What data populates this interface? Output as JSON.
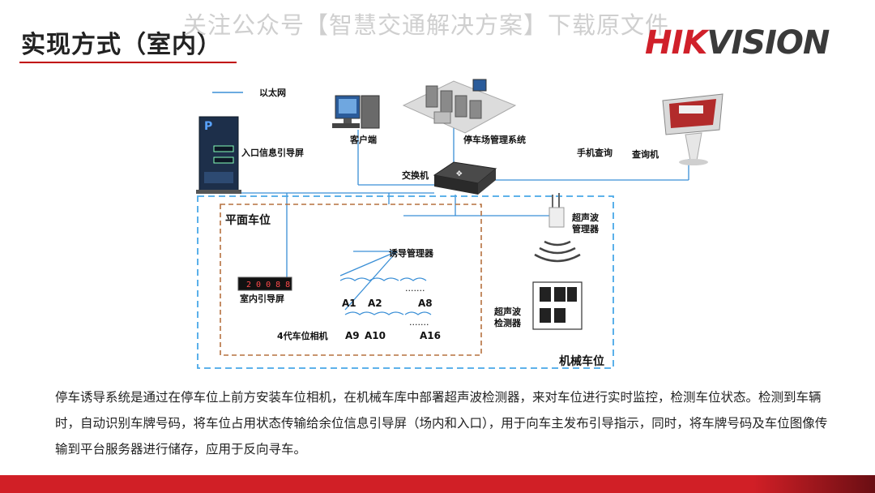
{
  "header": {
    "title": "实现方式（室内）",
    "watermark": "关注公众号【智慧交通解决方案】下载原文件",
    "logo_primary": "HIK",
    "logo_secondary": "VISION"
  },
  "diagram": {
    "legend_ethernet": "以太网",
    "client": "客户端",
    "parking_system": "停车场管理系统",
    "phone_query": "手机查询",
    "kiosk": "查询机",
    "entrance_screen": "入口信息引导屏",
    "switch": "交换机",
    "flat_parking": "平面车位",
    "ultrasonic_manager_1": "超声波",
    "ultrasonic_manager_2": "管理器",
    "guidance_manager": "诱导管理器",
    "indoor_screen": "室内引导屏",
    "space_a1": "A1",
    "space_a2": "A2",
    "space_a8": "A8",
    "space_a9": "A9",
    "space_a10": "A10",
    "space_a16": "A16",
    "ellipsis_1": ".......",
    "ellipsis_2": ".......",
    "camera_4g": "4代车位相机",
    "ultrasonic_detector_1": "超声波",
    "ultrasonic_detector_2": "检测器",
    "mechanical_parking": "机械车位",
    "screen_digits": "2 0 0 8 8"
  },
  "description": "停车诱导系统是通过在停车位上前方安装车位相机，在机械车库中部署超声波检测器，来对车位进行实时监控，检测车位状态。检测到车辆时，自动识别车牌号码，将车位占用状态传输给余位信息引导屏（场内和入口），用于向车主发布引导指示，同时，将车牌号码及车位图像传输到平台服务器进行储存，应用于反向寻车。",
  "colors": {
    "accent_red": "#c00000",
    "bar_red": "#d11f26",
    "ethernet_blue": "#3a8fd6",
    "dashed_blue": "#48a8e8",
    "dashed_brown": "#b5713f"
  }
}
